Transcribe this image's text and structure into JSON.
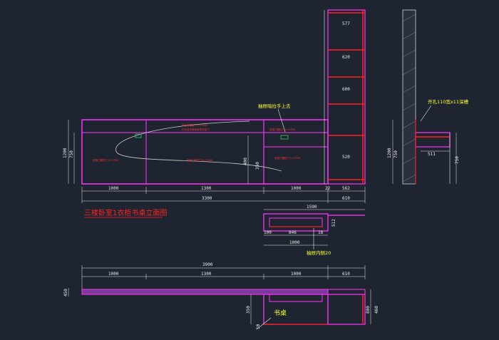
{
  "drawing": {
    "title": "三楼卧室1衣柜书桌立面图",
    "desk_label": "书桌",
    "note_top": "抽屉暗拉手上去",
    "note_right": "开孔110宽x11深槽",
    "note_plan": "抽屉内侧20"
  },
  "elevation": {
    "dims_bottom_1": [
      "1000",
      "1300",
      "1000",
      "22",
      "562"
    ],
    "dims_bottom_2": [
      "3300",
      "610"
    ],
    "dims_left": [
      "1200",
      "750"
    ],
    "dims_right": [
      "400",
      "350"
    ],
    "red_notes": [
      "衣柜门推拉门 h=3300",
      "白色亚光面板烤漆衣柜门",
      "衣柜门推拉门 h=3300",
      "衣柜门推拉门 h=3300",
      "衣柜门推拉门 h=3300",
      "衣柜门推拉门 h=3300"
    ]
  },
  "tall_unit": {
    "dims": [
      "577",
      "620",
      "600",
      "520"
    ]
  },
  "section": {
    "dims_bottom": [
      "511"
    ],
    "dims_left": [
      "1200",
      "750"
    ],
    "dims_right": [
      "750"
    ]
  },
  "plan_mid": {
    "dims_top": [
      "1590"
    ],
    "dims_bottom": [
      "100",
      "846",
      "18",
      "1000"
    ],
    "dims_right": [
      "512"
    ]
  },
  "plan_bottom": {
    "dims_top": [
      "3900"
    ],
    "dims_mid": [
      "1000",
      "1300",
      "1000",
      "610"
    ],
    "dims_left": [
      "450"
    ],
    "dims_right": [
      "800",
      "460"
    ],
    "dims_left2": [
      "350",
      "10"
    ]
  },
  "colors": {
    "background": "#1f2530",
    "magenta": "#ff33ff",
    "red": "#ff2020",
    "white": "#e8e8e8",
    "yellow": "#ffff33",
    "green": "#33cc66"
  }
}
